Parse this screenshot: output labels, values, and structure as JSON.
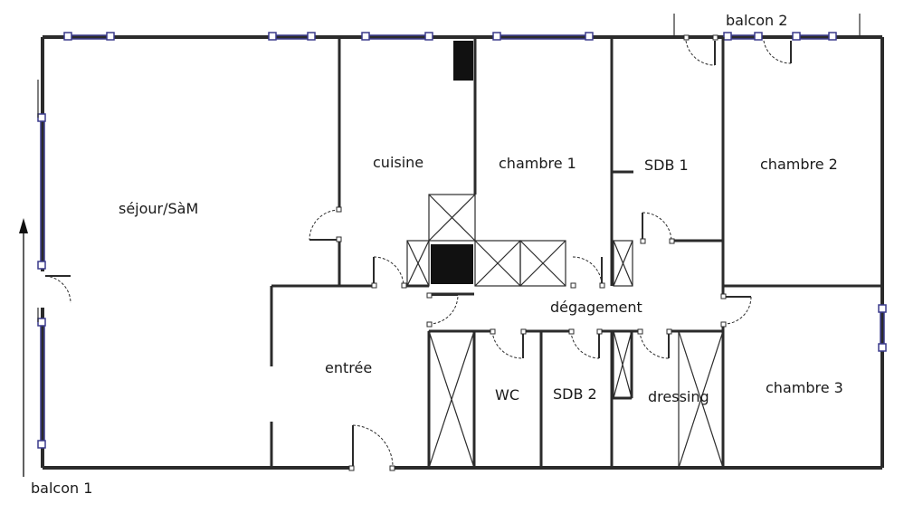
{
  "plan": {
    "rooms": {
      "sejour": "séjour/SàM",
      "cuisine": "cuisine",
      "chambre1": "chambre 1",
      "sdb1": "SDB 1",
      "chambre2": "chambre 2",
      "degagement": "dégagement",
      "entree": "entrée",
      "wc": "WC",
      "sdb2": "SDB 2",
      "dressing": "dressing",
      "chambre3": "chambre 3"
    },
    "balconies": {
      "balcon1": "balcon 1",
      "balcon2": "balcon 2"
    }
  }
}
